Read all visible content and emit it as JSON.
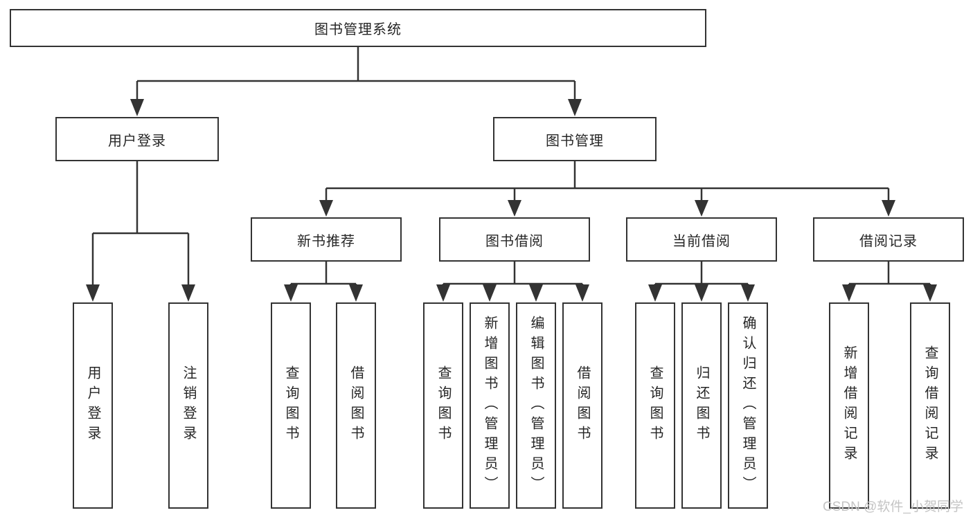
{
  "tree": {
    "root": {
      "label": "图书管理系统"
    },
    "branches": [
      {
        "label": "用户登录",
        "leaves": [
          {
            "label": "用户登录"
          },
          {
            "label": "注销登录"
          }
        ]
      },
      {
        "label": "图书管理",
        "groups": [
          {
            "label": "新书推荐",
            "leaves": [
              {
                "label": "查询图书"
              },
              {
                "label": "借阅图书"
              }
            ]
          },
          {
            "label": "图书借阅",
            "leaves": [
              {
                "label": "查询图书"
              },
              {
                "label": "新增图书（管理员）"
              },
              {
                "label": "编辑图书（管理员）"
              },
              {
                "label": "借阅图书"
              }
            ]
          },
          {
            "label": "当前借阅",
            "leaves": [
              {
                "label": "查询图书"
              },
              {
                "label": "归还图书"
              },
              {
                "label": "确认归还（管理员）"
              }
            ]
          },
          {
            "label": "借阅记录",
            "leaves": [
              {
                "label": "新增借阅记录"
              },
              {
                "label": "查询借阅记录"
              }
            ]
          }
        ]
      }
    ]
  },
  "watermark": {
    "text": "CSDN @软件_小贺同学"
  },
  "colors": {
    "line": "#333333",
    "text": "#262626",
    "background": "#ffffff",
    "watermark": "#c4c4c4"
  }
}
